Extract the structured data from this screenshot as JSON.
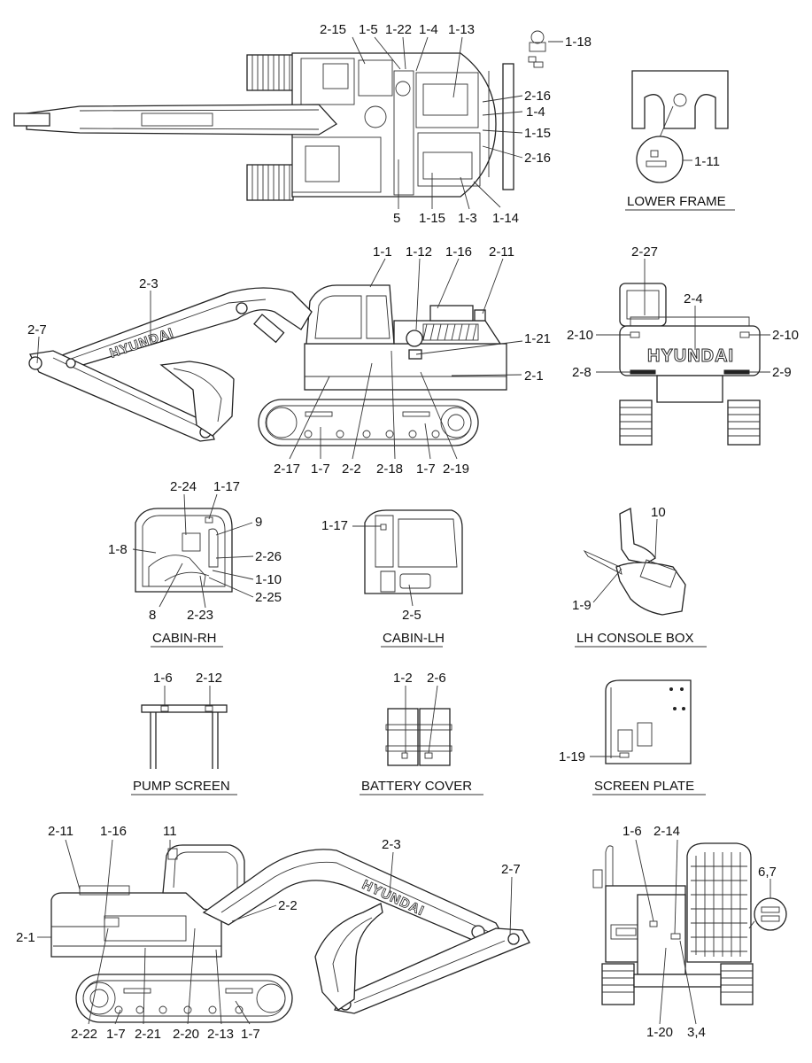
{
  "views": {
    "top": {
      "labels": [
        "2-15",
        "1-5",
        "1-22",
        "1-4",
        "1-13",
        "1-18",
        "2-16",
        "1-4",
        "1-15",
        "2-16",
        "5",
        "1-15",
        "1-3",
        "1-14"
      ]
    },
    "lower_frame": {
      "caption": "LOWER FRAME",
      "labels": [
        "1-11"
      ]
    },
    "side_lh": {
      "brand": "HYUNDAI",
      "labels": [
        "1-1",
        "1-12",
        "1-16",
        "2-11",
        "2-3",
        "2-7",
        "1-21",
        "2-1",
        "2-17",
        "1-7",
        "2-2",
        "2-18",
        "1-7",
        "2-19"
      ]
    },
    "rear": {
      "brand": "HYUNDAI",
      "labels": [
        "2-27",
        "2-4",
        "2-10",
        "2-10",
        "2-8",
        "2-9"
      ]
    },
    "cabin_rh": {
      "caption": "CABIN-RH",
      "labels": [
        "2-24",
        "1-17",
        "9",
        "1-8",
        "2-26",
        "1-10",
        "2-25",
        "8",
        "2-23"
      ]
    },
    "cabin_lh": {
      "caption": "CABIN-LH",
      "labels": [
        "1-17",
        "2-5"
      ]
    },
    "lh_console": {
      "caption": "LH CONSOLE BOX",
      "labels": [
        "10",
        "1-9"
      ]
    },
    "pump_screen": {
      "caption": "PUMP SCREEN",
      "labels": [
        "1-6",
        "2-12"
      ]
    },
    "battery_cover": {
      "caption": "BATTERY COVER",
      "labels": [
        "1-2",
        "2-6"
      ]
    },
    "screen_plate": {
      "caption": "SCREEN PLATE",
      "labels": [
        "1-19"
      ]
    },
    "side_rh": {
      "brand": "HYUNDAI",
      "labels": [
        "2-11",
        "1-16",
        "11",
        "2-3",
        "2-7",
        "2-1",
        "2-2",
        "2-22",
        "1-7",
        "2-21",
        "2-20",
        "2-13",
        "1-7"
      ]
    },
    "front": {
      "labels": [
        "1-6",
        "2-14",
        "6,7",
        "1-20",
        "3,4"
      ]
    }
  }
}
